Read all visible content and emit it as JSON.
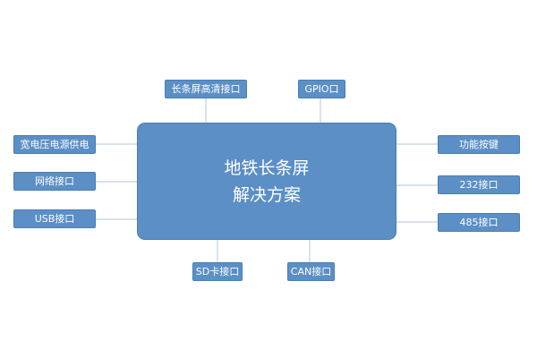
{
  "diagram": {
    "center": {
      "line1": "地铁长条屏",
      "line2": "解决方案"
    },
    "top": {
      "hd_port": "长条屏高清接口",
      "gpio_port": "GPIO口"
    },
    "left": {
      "power": "宽电压电源供电",
      "network": "网络接口",
      "usb": "USB接口"
    },
    "right": {
      "function_keys": "功能按键",
      "rs232": "232接口",
      "rs485": "485接口"
    },
    "bottom": {
      "sd_card": "SD卡接口",
      "can_port": "CAN接口"
    },
    "colors": {
      "box_fill": "#5b8fc6",
      "box_border": "#4a7db3",
      "connector": "#b3c6dc",
      "text": "#ffffff"
    }
  }
}
